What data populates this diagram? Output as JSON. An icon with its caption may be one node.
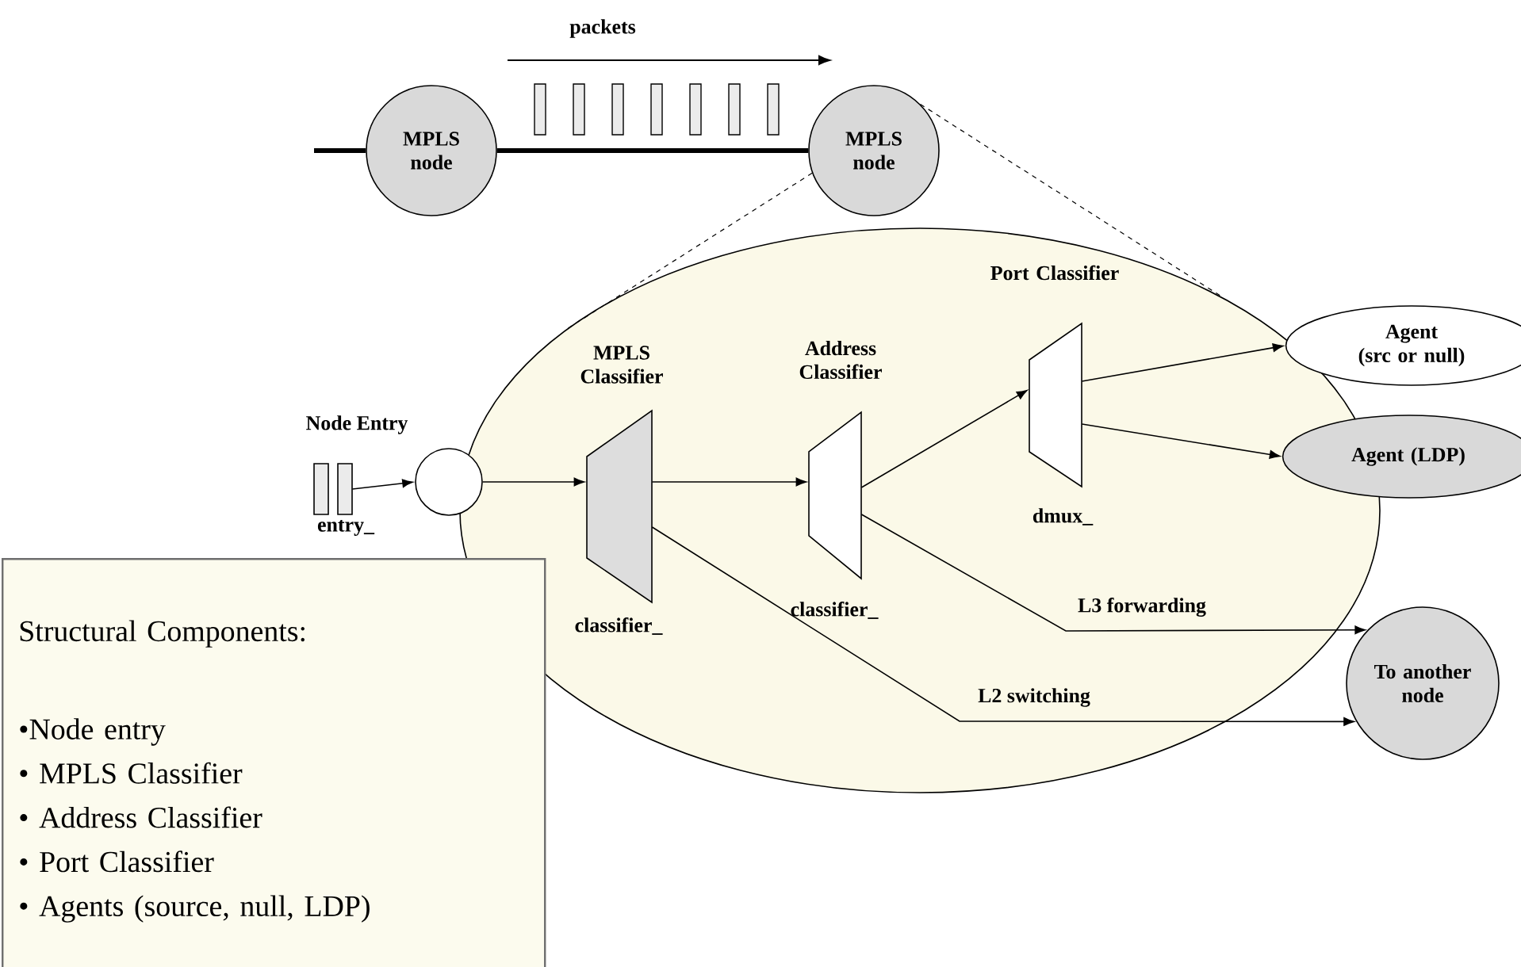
{
  "diagram": {
    "nodes": [
      {
        "text": [
          "MPLS node"
        ]
      },
      {
        "text": [
          "MPLS node"
        ]
      },
      {
        "text": [],
        "shape": "ellipse"
      },
      {
        "text": [],
        "shape": "box"
      },
      {
        "text": [],
        "shape": "circle"
      },
      {
        "text": [
          "MPLS Classifier"
        ],
        "beside": [
          "classifier_"
        ],
        "in": 2
      },
      {
        "text": [
          "Address Classifier"
        ],
        "beside": [
          "classifier_"
        ],
        "in": 2
      },
      {
        "text": [
          "Port Classifier"
        ],
        "beside": [
          "dmux_"
        ],
        "in": 2
      },
      {
        "text": [
          "Agent",
          "(src or null)"
        ]
      },
      {
        "text": [
          "Agent (LDP)"
        ]
      },
      {
        "text": [
          "To another node"
        ]
      },
      {
        "text": [
          "Structural Components:",
          "•Node entry",
          "• MPLS Classifier",
          "• Address Classifier",
          "• Port Classifier",
          "• Agents (source, null, LDP)"
        ]
      }
    ],
    "edges": [
      {
        "from": null,
        "to": 0,
        "arrow": "none",
        "style": "thick"
      },
      {
        "from": 0,
        "to": 1,
        "arrow": "none",
        "style": "thick"
      },
      {
        "from": 1,
        "to": 2,
        "arrow": "none",
        "style": "dashed"
      },
      {
        "from": 1,
        "to": 2,
        "arrow": "none",
        "style": "dashed"
      },
      {
        "from": 3,
        "to": 4,
        "arrow": "to"
      },
      {
        "from": 4,
        "to": 5,
        "arrow": "to"
      },
      {
        "from": 5,
        "to": 6,
        "arrow": "to"
      },
      {
        "from": 6,
        "to": 7,
        "arrow": "to"
      },
      {
        "from": 7,
        "to": 8,
        "arrow": "to"
      },
      {
        "from": 7,
        "to": 9,
        "arrow": "to"
      },
      {
        "from": 6,
        "to": 10,
        "arrow": "to",
        "label": "L3 forwarding"
      },
      {
        "from": 5,
        "to": 10,
        "arrow": "to",
        "label": "L2 switching"
      }
    ],
    "labels": [
      "packets",
      "Node Entry",
      "entry_"
    ]
  }
}
